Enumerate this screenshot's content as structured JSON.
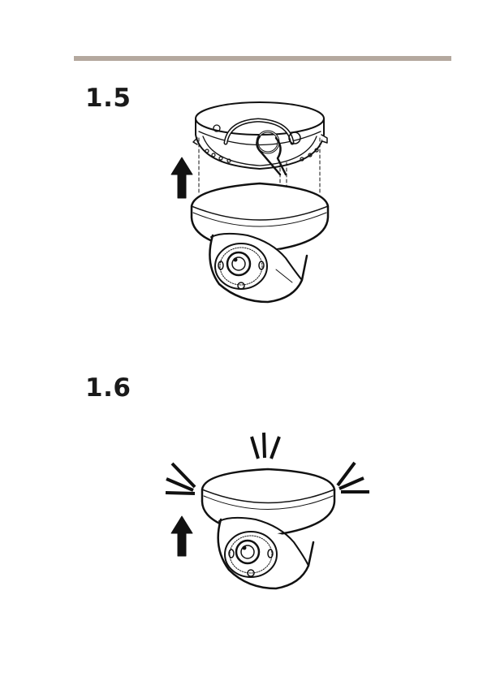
{
  "header": {
    "accent_color": "#b4a89e"
  },
  "steps": [
    {
      "number": "1.5",
      "illustration": "camera-detach-from-mount-bracket",
      "arrow_icon": "arrow-up-icon"
    },
    {
      "number": "1.6",
      "illustration": "camera-dome-click-into-place",
      "arrow_icon": "arrow-up-icon",
      "effect_icon": "click-burst-icon"
    }
  ]
}
